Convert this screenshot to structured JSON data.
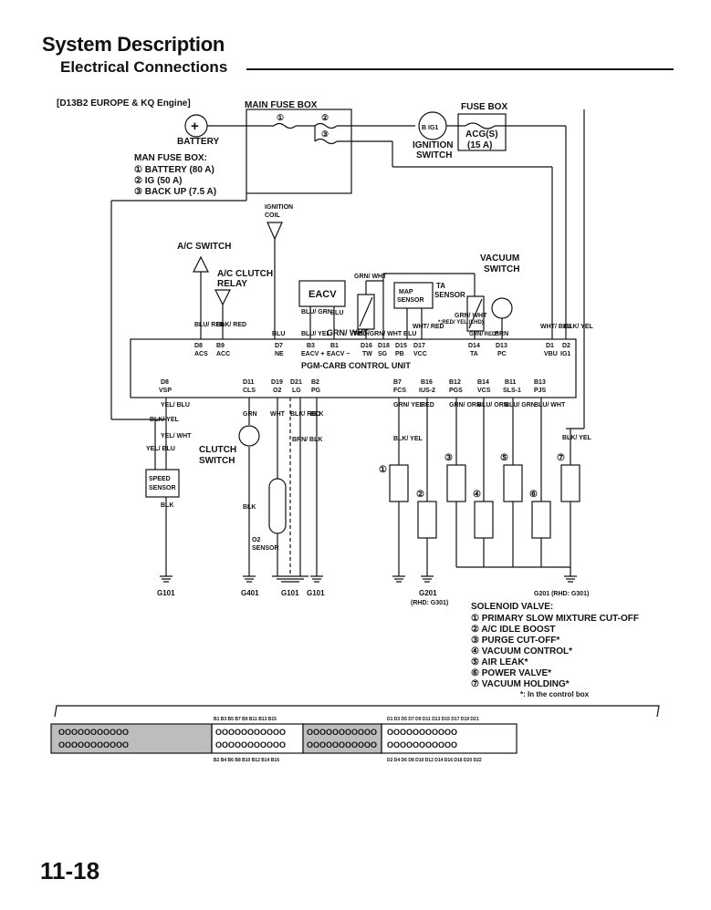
{
  "header": {
    "title": "System Description",
    "subtitle": "Electrical Connections"
  },
  "page_number": "11-18",
  "engine_label": "[D13B2 EUROPE & KQ Engine]",
  "main_fuse_box": {
    "label": "MAIN FUSE BOX",
    "fuse_nums": [
      "①",
      "②",
      "③"
    ]
  },
  "fuse_box": {
    "label": "FUSE BOX",
    "fuse": [
      "ACG(S)",
      "(15 A)"
    ]
  },
  "battery": {
    "label": "BATTERY",
    "symbol": "+"
  },
  "ignition_switch": {
    "label": [
      "IGNITION",
      "SWITCH"
    ],
    "terminal": "B IG1"
  },
  "man_fuse_legend": {
    "title": "MAN FUSE BOX:",
    "items": [
      "① BATTERY (80 A)",
      "② IG (50 A)",
      "③ BACK UP (7.5 A)"
    ]
  },
  "components": {
    "ignition_coil": [
      "IGNITION",
      "COIL"
    ],
    "ac_switch": "A/C SWITCH",
    "ac_clutch_relay": [
      "A/C CLUTCH",
      "RELAY"
    ],
    "eacv": "EACV",
    "map_sensor": [
      "MAP",
      "SENSOR"
    ],
    "ta_sensor": [
      "TA",
      "SENSOR"
    ],
    "vacuum_switch": [
      "VACUUM",
      "SWITCH"
    ],
    "clutch_switch": [
      "CLUTCH",
      "SWITCH"
    ],
    "speed_sensor": [
      "SPEED",
      "SENSOR"
    ],
    "o2_sensor": [
      "O2",
      "SENSOR"
    ]
  },
  "control_unit": {
    "label": "PGM-CARB CONTROL UNIT",
    "top_pins": [
      {
        "pin": "D8",
        "name": "ACS"
      },
      {
        "pin": "B9",
        "name": "ACC"
      },
      {
        "pin": "D7",
        "name": "NE"
      },
      {
        "pin": "B3",
        "name": "EACV +"
      },
      {
        "pin": "B1",
        "name": "EACV −"
      },
      {
        "pin": "D16",
        "name": "TW"
      },
      {
        "pin": "D18",
        "name": "SG"
      },
      {
        "pin": "D15",
        "name": "PB"
      },
      {
        "pin": "D17",
        "name": "VCC"
      },
      {
        "pin": "D14",
        "name": "TA"
      },
      {
        "pin": "D13",
        "name": "PC"
      },
      {
        "pin": "D1",
        "name": "VBU"
      },
      {
        "pin": "D2",
        "name": "IG1"
      }
    ],
    "bottom_pins": [
      {
        "pin": "D8",
        "name": "VSP"
      },
      {
        "pin": "D11",
        "name": "CLS"
      },
      {
        "pin": "D19",
        "name": "O2"
      },
      {
        "pin": "D21",
        "name": "LG"
      },
      {
        "pin": "B2",
        "name": "PG"
      },
      {
        "pin": "B7",
        "name": "FCS"
      },
      {
        "pin": "B16",
        "name": "IUS-2"
      },
      {
        "pin": "B12",
        "name": "PGS"
      },
      {
        "pin": "B14",
        "name": "VCS"
      },
      {
        "pin": "B11",
        "name": "SLS-1"
      },
      {
        "pin": "B13",
        "name": "PJS"
      }
    ]
  },
  "wire_colors_top": [
    "BLU/ RED",
    "BLK/ RED",
    "BLU",
    "BLU/ GRN",
    "BLU/ YEL",
    "BLU",
    "GRN/ WHT",
    "GRN/ WHT",
    "RED/GRN/ WHT BLU",
    "WHT/ RED",
    "GRN/ WHT",
    "*:RED/ YEL (LHD)",
    "GRN/ RED*",
    "BRN",
    "WHT/ BLU",
    "BLK/ YEL"
  ],
  "wire_colors_bottom": [
    "YEL/ BLU",
    "BLK/ YEL",
    "YEL/ WHT",
    "YEL/ BLU",
    "GRN",
    "BLK",
    "WHT",
    "BLK/ RED",
    "BLK",
    "BRN/ BLK",
    "GRN/ YEL",
    "BLK/ YEL",
    "RED",
    "GRN/ ORN",
    "BLU/ ORN",
    "BLU/ GRN",
    "BLU/ WHT",
    "BLK/ YEL",
    "BLK",
    "BLK"
  ],
  "grounds": [
    "G101",
    "G401",
    "G101",
    "G101",
    "G201",
    "(RHD: G301)",
    "G201 (RHD: G301)"
  ],
  "solenoid_legend": {
    "title": "SOLENOID VALVE:",
    "items": [
      "① PRIMARY SLOW MIXTURE CUT-OFF",
      "② A/C IDLE BOOST",
      "③ PURGE CUT-OFF*",
      "④ VACUUM CONTROL*",
      "⑤ AIR LEAK*",
      "⑥ POWER VALVE*",
      "⑦ VACUUM HOLDING*"
    ],
    "note": "*: In the control box"
  },
  "solenoid_nums": [
    "①",
    "②",
    "③",
    "④",
    "⑤",
    "⑥",
    "⑦"
  ],
  "connector": {
    "top_left": "B1 B3 B5 B7 B9 B11 B13 B15",
    "bottom_left": "B2 B4 B6 B8 B10 B12 B14 B16",
    "top_right": "D1 D3 D5 D7 D9 D11 D13 D15 D17 D19 D21",
    "bottom_right": "D2 D4 D6 D8 D10 D12 D14 D16 D18 D20 D22",
    "pins_block": "OOOOOOOOOOO",
    "pins_block_r": "OOOOOOOOOOO"
  }
}
